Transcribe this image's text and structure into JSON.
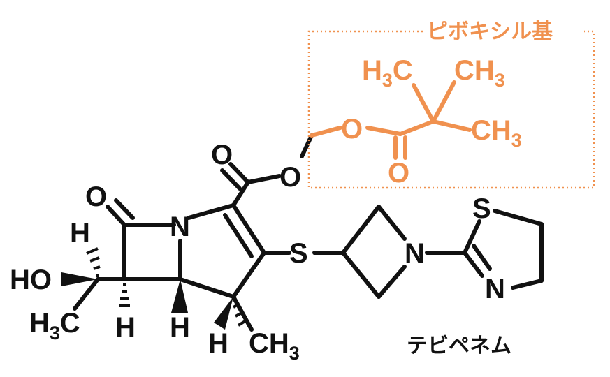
{
  "colors": {
    "structure": "#111111",
    "highlight": "#f0914f"
  },
  "molecule": {
    "name": "テビペネム",
    "substituent_label": "ピボキシル基"
  },
  "atoms": {
    "O_lactam": "O",
    "N_ring": "N",
    "O_carbonyl": "O",
    "O_ester": "O",
    "S_link": "S",
    "N_azetidine": "N",
    "S_thiazoline": "S",
    "N_thiazoline": "N",
    "HO_left": "HO",
    "H_top": "H",
    "H_bottom_left": "H",
    "H_bottom_mid": "H",
    "H_bottom_right": "H",
    "CH3_main": "CH",
    "CH3_main_sub": "3",
    "H3C_left": "H",
    "H3C_left_sub": "3",
    "H3C_left_c": "C",
    "O_piv_ester": "O",
    "O_piv_carbonyl": "O",
    "H3C_piv": "H",
    "H3C_piv_sub": "3",
    "H3C_piv_c": "C",
    "CH3_piv_top": "CH",
    "CH3_piv_top_sub": "3",
    "CH3_piv_right": "CH",
    "CH3_piv_right_sub": "3"
  }
}
